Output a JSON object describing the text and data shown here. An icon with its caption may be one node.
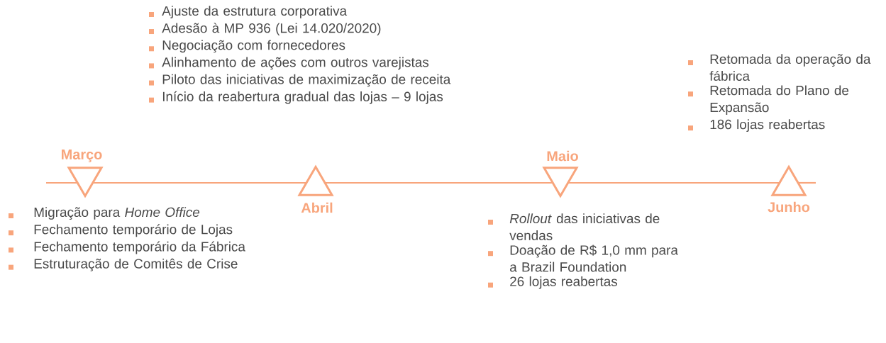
{
  "diagram": {
    "nodes": [
      {
        "text": [
          "Março"
        ],
        "beside": [
          "Migração para *Home Office*",
          "Fechamento temporário de Lojas",
          "Fechamento temporário da Fábrica",
          "Estruturação de Comitês de Crise"
        ]
      },
      {
        "text": [
          "Abril"
        ],
        "beside": [
          "Ajuste da estrutura corporativa",
          "Adesão à MP 936 (Lei 14.020/2020)",
          "Negociação com fornecedores",
          "Alinhamento de ações com outros varejistas",
          "Piloto das iniciativas de maximização de receita",
          "Início da reabertura gradual das lojas – 9 lojas"
        ]
      },
      {
        "text": [
          "Maio"
        ],
        "beside": [
          "*Rollout* das iniciativas de vendas",
          "Doação de R$ 1,0 mm para a Brazil Foundation",
          "26 lojas reabertas"
        ]
      },
      {
        "text": [
          "Junho"
        ],
        "beside": [
          "Retomada da operação da fábrica",
          "Retomada do Plano de Expansão",
          "186 lojas reabertas"
        ]
      }
    ],
    "edges": [
      {
        "from": 0,
        "to": 1,
        "arrow": "none"
      },
      {
        "from": 1,
        "to": 2,
        "arrow": "none"
      },
      {
        "from": 2,
        "to": 3,
        "arrow": "none"
      }
    ]
  }
}
